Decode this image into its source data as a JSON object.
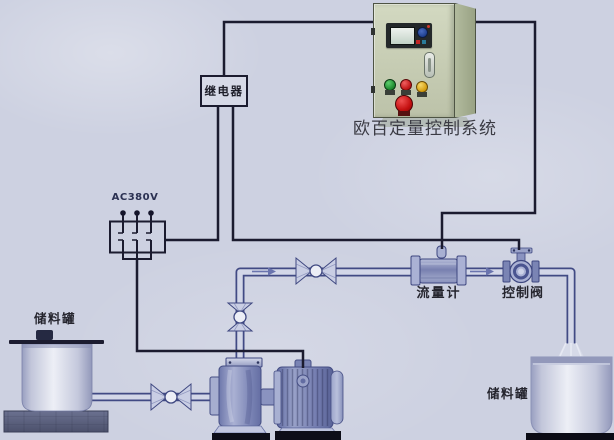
{
  "diagram_title": "欧百定量控制系统",
  "labels": {
    "system_caption": "欧百定量控制系统",
    "relay": "继电器",
    "power_supply": "AC380V",
    "flow_meter": "流量计",
    "control_valve": "控制阀",
    "storage_tank_left": "储料罐",
    "storage_tank_right": "储料罐"
  },
  "components": [
    "control-cabinet",
    "relay",
    "ac380v-breaker",
    "pump",
    "motor",
    "manual-valve-suction",
    "manual-valve-discharge-vertical",
    "manual-valve-discharge-horizontal",
    "flow-meter",
    "control-valve",
    "storage-tank-left",
    "storage-tank-right"
  ],
  "colors": {
    "background": "#cdd1e1",
    "wire": "#1b1b2f",
    "pipe_edge": "#414a84",
    "pipe_fill": "#d3d7e8",
    "metal_blue": "#8a93c0",
    "cabinet_green": "#c9cfb7",
    "cabinet_side_green": "#a9b296",
    "hmi_screen": "#c2d2c6",
    "button_green": "#2aa33c",
    "button_red": "#d02020",
    "button_yellow": "#ddab1e",
    "estop_red": "#c41010",
    "base_black": "#0d0d18",
    "tank_base_gray": "#565c78",
    "label_text": "#25252e"
  }
}
